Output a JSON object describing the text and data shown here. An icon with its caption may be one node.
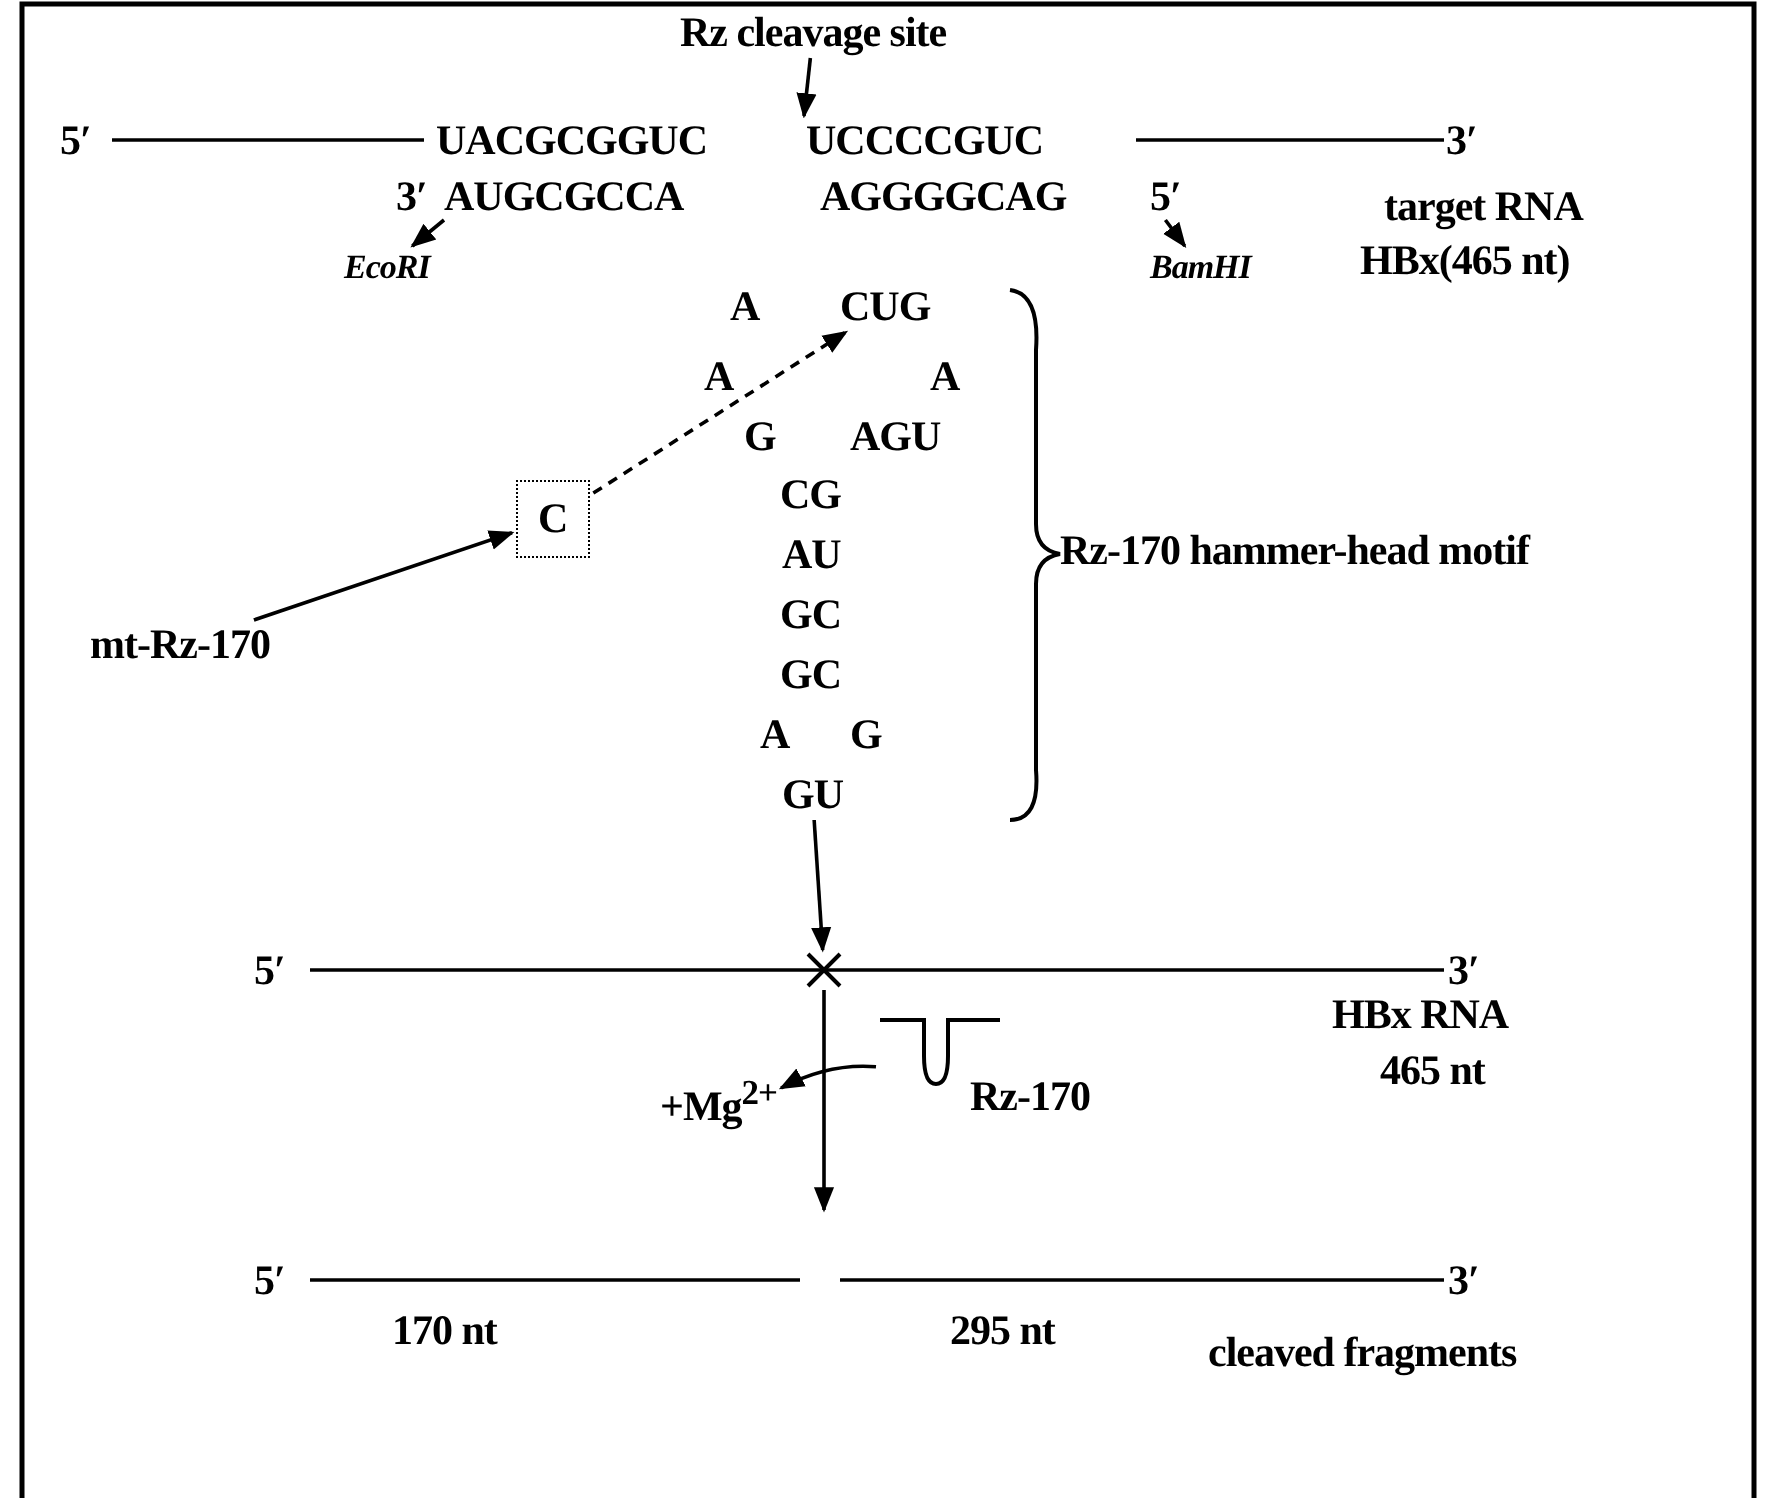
{
  "diagram": {
    "nodes": [
      {
        "text": [
          "Rz cleavage site"
        ]
      },
      {
        "text": [
          "UACGCGGUC"
        ]
      },
      {
        "text": [
          "UCCCCGUC"
        ]
      },
      {
        "text": [
          "AUGCGCCA"
        ]
      },
      {
        "text": [
          "AGGGGCAG"
        ]
      },
      {
        "text": [
          "EcoRI"
        ]
      },
      {
        "text": [
          "CUG"
        ]
      },
      {
        "text": [
          "BamHI"
        ]
      },
      {
        "text": [
          "C"
        ]
      },
      {
        "text": [
          "mt-Rz-170"
        ]
      },
      {
        "text": [
          "GU"
        ]
      },
      {
        "text": [],
        "shape": "cross"
      },
      {
        "text": [
          "+Mg$^{2+}$"
        ]
      },
      {
        "text": [],
        "shape": "hairpin",
        "beside": [
          "Rz-170"
        ]
      },
      {
        "text": [
          "5′"
        ]
      }
    ],
    "edges": [
      {
        "from": 0,
        "to": 2,
        "arrow": "to"
      },
      {
        "from": 3,
        "to": 5,
        "arrow": "to"
      },
      {
        "from": 14,
        "to": 7,
        "arrow": "to"
      },
      {
        "from": 8,
        "to": 6,
        "arrow": "to",
        "style": "dashed"
      },
      {
        "from": 9,
        "to": 8,
        "arrow": "to"
      },
      {
        "from": 10,
        "to": 11,
        "arrow": "to"
      },
      {
        "from": 11,
        "to": null,
        "arrow": "to"
      },
      {
        "from": 13,
        "to": 12,
        "arrow": "to"
      }
    ],
    "labels": [
      "5′",
      "3′",
      "3′",
      "target RNA",
      "HBx(465 nt)",
      "A",
      "A",
      "A",
      "G",
      "AGU",
      "CG",
      "AU",
      "Rz-170 hammer-head motif",
      "GC",
      "GC",
      "A",
      "G",
      "5′",
      "3′",
      "HBx RNA",
      "465 nt",
      "5′",
      "3′",
      "170 nt",
      "295 nt",
      "cleaved fragments"
    ]
  }
}
